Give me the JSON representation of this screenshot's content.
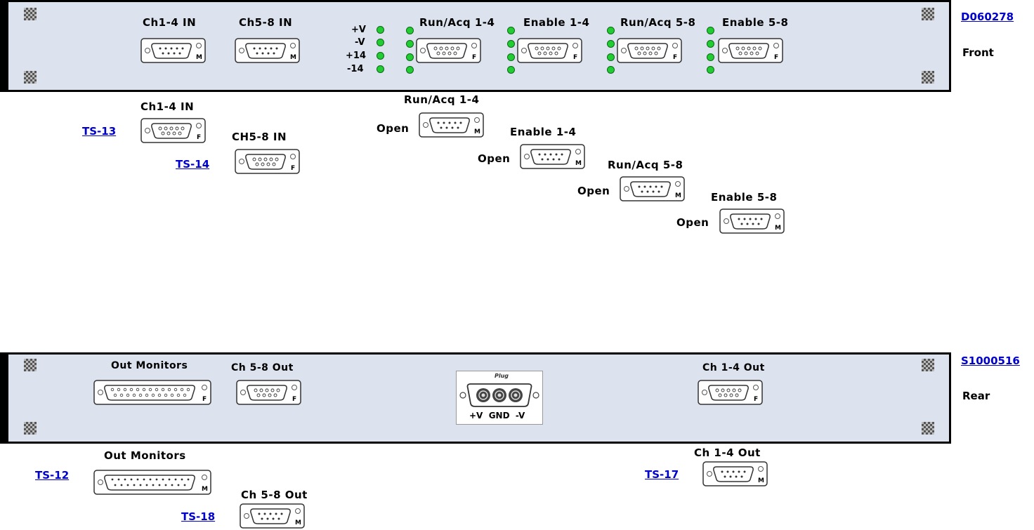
{
  "front": {
    "link": "D060278",
    "side_label": "Front",
    "labels": {
      "ch14_in": "Ch1-4 IN",
      "ch58_in": "Ch5-8 IN",
      "runacq14": "Run/Acq 1-4",
      "enable14": "Enable 1-4",
      "runacq58": "Run/Acq 5-8",
      "enable58": "Enable 5-8"
    },
    "power_leds": [
      "+V",
      "-V",
      "+14",
      "-14"
    ],
    "led_color": "#22cc33"
  },
  "front_cables": {
    "ts13": {
      "link": "TS-13",
      "label": "Ch1-4 IN"
    },
    "ts14": {
      "link": "TS-14",
      "label": "CH5-8 IN"
    },
    "runacq14": {
      "label": "Run/Acq 1-4",
      "term": "Open"
    },
    "enable14": {
      "label": "Enable 1-4",
      "term": "Open"
    },
    "runacq58": {
      "label": "Run/Acq 5-8",
      "term": "Open"
    },
    "enable58": {
      "label": "Enable 5-8",
      "term": "Open"
    }
  },
  "rear": {
    "link": "S1000516",
    "side_label": "Rear",
    "labels": {
      "out_monitors": "Out Monitors",
      "ch58_out": "Ch 5-8 Out",
      "ch14_out": "Ch 1-4 Out"
    },
    "plug": {
      "title": "Plug",
      "pins": "+V  GND  -V"
    }
  },
  "rear_cables": {
    "ts12": {
      "link": "TS-12",
      "label": "Out Monitors"
    },
    "ts18": {
      "link": "TS-18",
      "label": "Ch 5-8 Out"
    },
    "ts17": {
      "link": "TS-17",
      "label": "Ch 1-4 Out"
    }
  },
  "gender": {
    "male": "M",
    "female": "F"
  },
  "colors": {
    "panel": "#dce3ef",
    "link": "#0000cc",
    "led": "#22cc33"
  }
}
